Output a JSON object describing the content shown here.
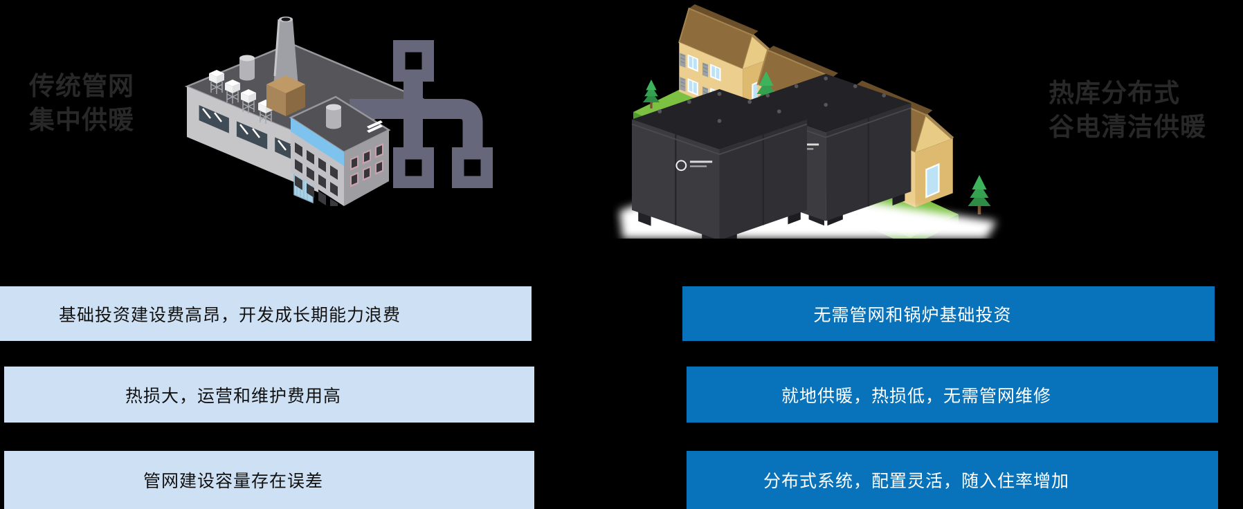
{
  "left_panel": {
    "title_line1": "传统管网",
    "title_line2": "集中供暖",
    "points": [
      "基础投资建设费高昂，开发成长期能力浪费",
      "热损大，运营和维护费用高",
      "管网建设容量存在误差"
    ]
  },
  "right_panel": {
    "title_line1": "热库分布式",
    "title_line2": "谷电清洁供暖",
    "points": [
      "无需管网和锅炉基础投资",
      "就地供暖，热损低，无需管网维修",
      "分布式系统，配置灵活，随入住率增加"
    ]
  },
  "colors": {
    "background": "#000000",
    "left_box_bg": "#CEE0F3",
    "left_box_text": "#111111",
    "right_box_bg": "#0873BB",
    "right_box_text": "#FFFFFF",
    "title_text": "#282828",
    "pipe_icon": "#67677B",
    "roof_brown": "#8E6C3C",
    "wall_tan": "#ECCF8E",
    "grass_green": "#7CC142",
    "cabinet_dark": "#3B3B40"
  },
  "icons": {
    "factory_illustration": "coal-heating-plant",
    "pipe_network_icon": "pipe-network-sitemap",
    "houses_illustration": "residential-houses",
    "heat_storage_illustration": "heat-storage-cabinets",
    "tree_icon": "pine-tree",
    "cabinet_logo_icon": "round-brand-mark"
  }
}
